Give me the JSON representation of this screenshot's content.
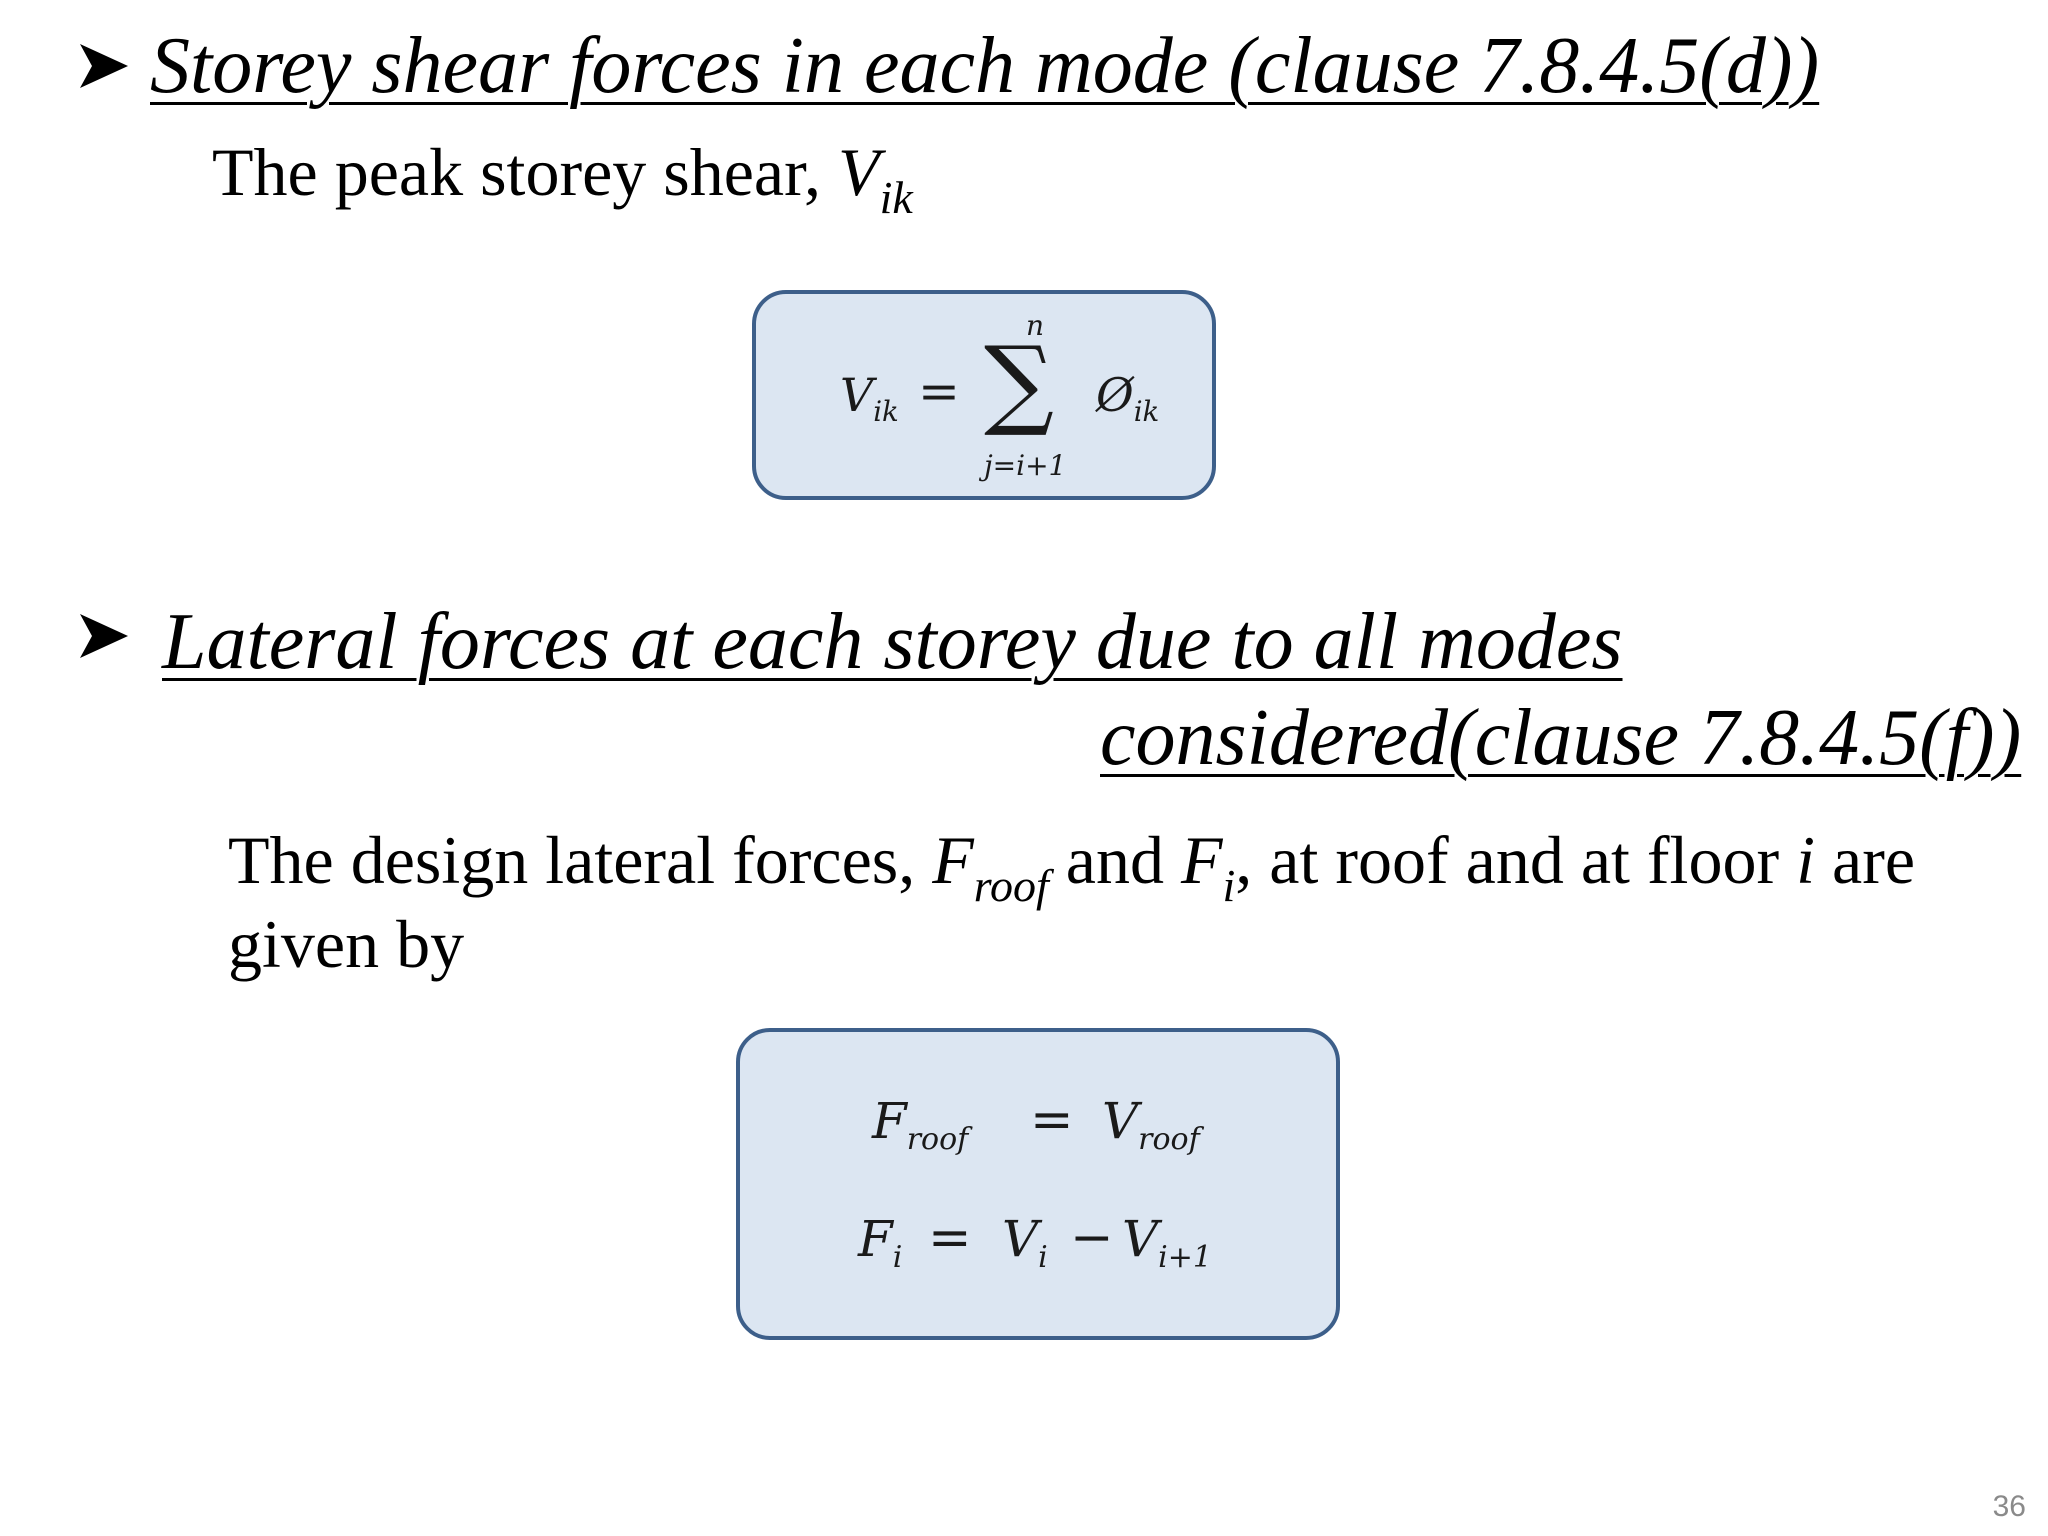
{
  "section1": {
    "heading": "Storey shear forces in each mode (clause 7.8.4.5(d))",
    "text_prefix": "The peak storey shear, ",
    "text_var": "V",
    "text_sub": "ik",
    "formula": {
      "lhs_var": "V",
      "lhs_sub": "ik",
      "equals": "=",
      "sum_symbol": "∑",
      "sum_upper": "n",
      "sum_lower": "j=i+1",
      "rhs_var": "Ø",
      "rhs_sub": "ik"
    }
  },
  "section2": {
    "heading_line1": "Lateral forces at each storey due to all modes ",
    "heading_line2": "considered(clause 7.8.4.5(f))",
    "text_part1": "The design lateral forces, ",
    "text_var1": "F",
    "text_sub1": "roof",
    "text_part2": " and ",
    "text_var2": "F",
    "text_sub2": "i",
    "text_part3": ", at roof and at floor ",
    "text_var3": "i",
    "text_part4": " are",
    "text_line2": "given by",
    "formula": {
      "eq1_lhs_var": "F",
      "eq1_lhs_sub": "roof",
      "eq1_equals": "=",
      "eq1_rhs_var": "V",
      "eq1_rhs_sub": "roof",
      "eq2_lhs_var": "F",
      "eq2_lhs_sub": "i",
      "eq2_equals": "=",
      "eq2_rhs_var1": "V",
      "eq2_rhs_sub1": "i",
      "eq2_minus": "−",
      "eq2_rhs_var2": "V",
      "eq2_rhs_sub2": "i+1"
    }
  },
  "page_number": "36",
  "colors": {
    "formula_box_fill": "#dce6f2",
    "formula_box_border": "#3d5f8a"
  }
}
